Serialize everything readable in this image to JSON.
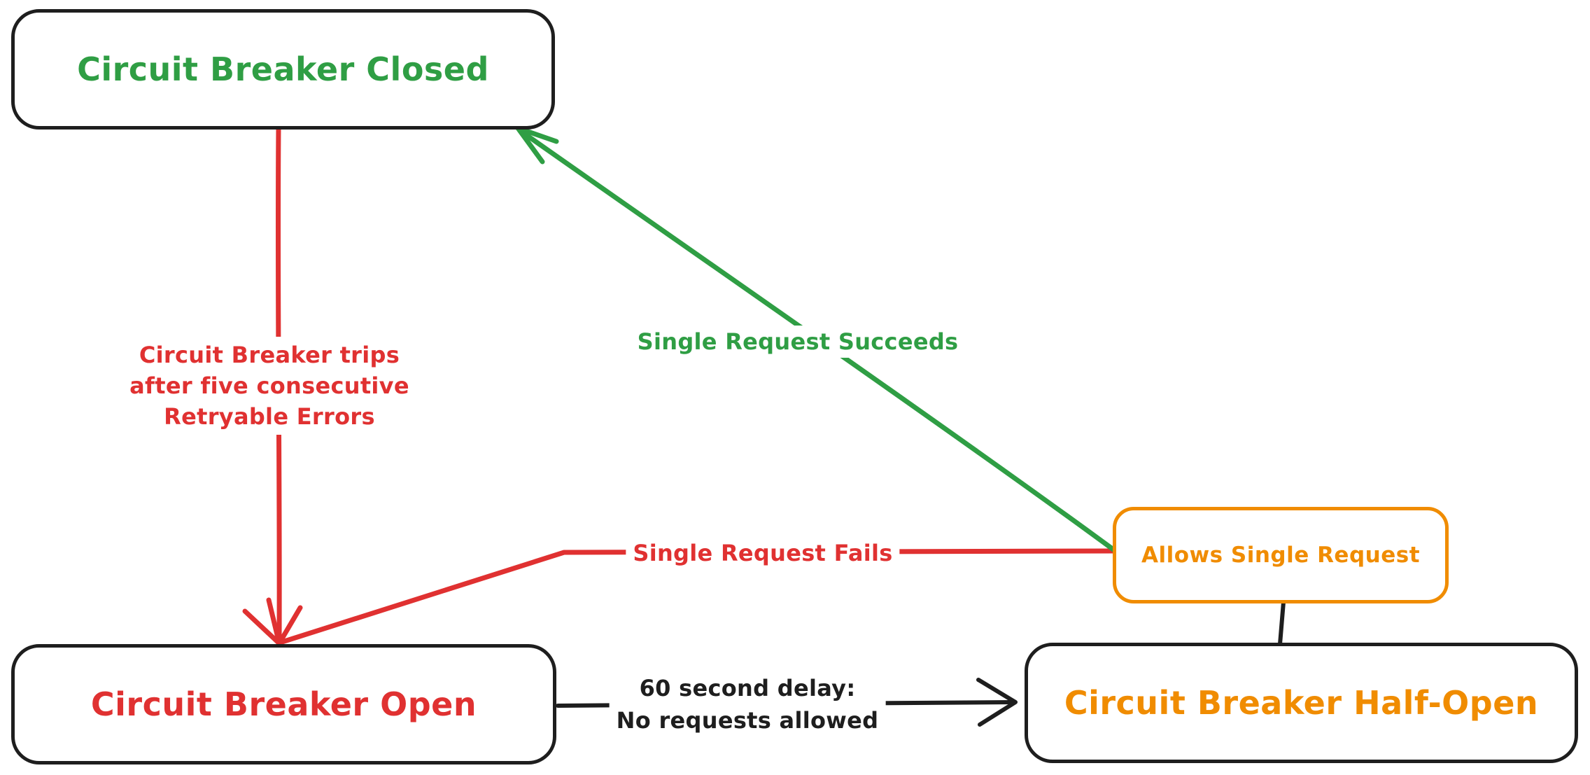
{
  "diagram": {
    "type": "state-diagram",
    "subject": "Circuit Breaker states",
    "colors": {
      "green": "#2f9e44",
      "red": "#e03131",
      "orange": "#f08c00",
      "ink": "#1e1e1e",
      "background": "#ffffff"
    },
    "nodes": {
      "closed": {
        "label": "Circuit Breaker Closed",
        "text_color": "#2f9e44",
        "border_color": "#1e1e1e"
      },
      "open": {
        "label": "Circuit Breaker Open",
        "text_color": "#e03131",
        "border_color": "#1e1e1e"
      },
      "half_open": {
        "label": "Circuit Breaker Half-Open",
        "text_color": "#f08c00",
        "border_color": "#1e1e1e"
      },
      "allows_single_request": {
        "label": "Allows Single Request",
        "text_color": "#f08c00",
        "border_color": "#f08c00"
      }
    },
    "edges": {
      "trip": {
        "from": "closed",
        "to": "open",
        "color": "#e03131",
        "label_lines": [
          "Circuit Breaker trips",
          "after five consecutive",
          "Retryable Errors"
        ]
      },
      "single_request_succeeds": {
        "from": "allows_single_request",
        "to": "closed",
        "color": "#2f9e44",
        "label": "Single Request Succeeds"
      },
      "single_request_fails": {
        "from": "allows_single_request",
        "to": "open",
        "color": "#e03131",
        "label": "Single Request Fails"
      },
      "delay": {
        "from": "open",
        "to": "half_open",
        "color": "#1e1e1e",
        "label_lines": [
          "60 second delay:",
          "No requests allowed"
        ]
      },
      "half_open_to_allows": {
        "from": "half_open",
        "to": "allows_single_request",
        "color": "#1e1e1e",
        "label": ""
      }
    }
  }
}
